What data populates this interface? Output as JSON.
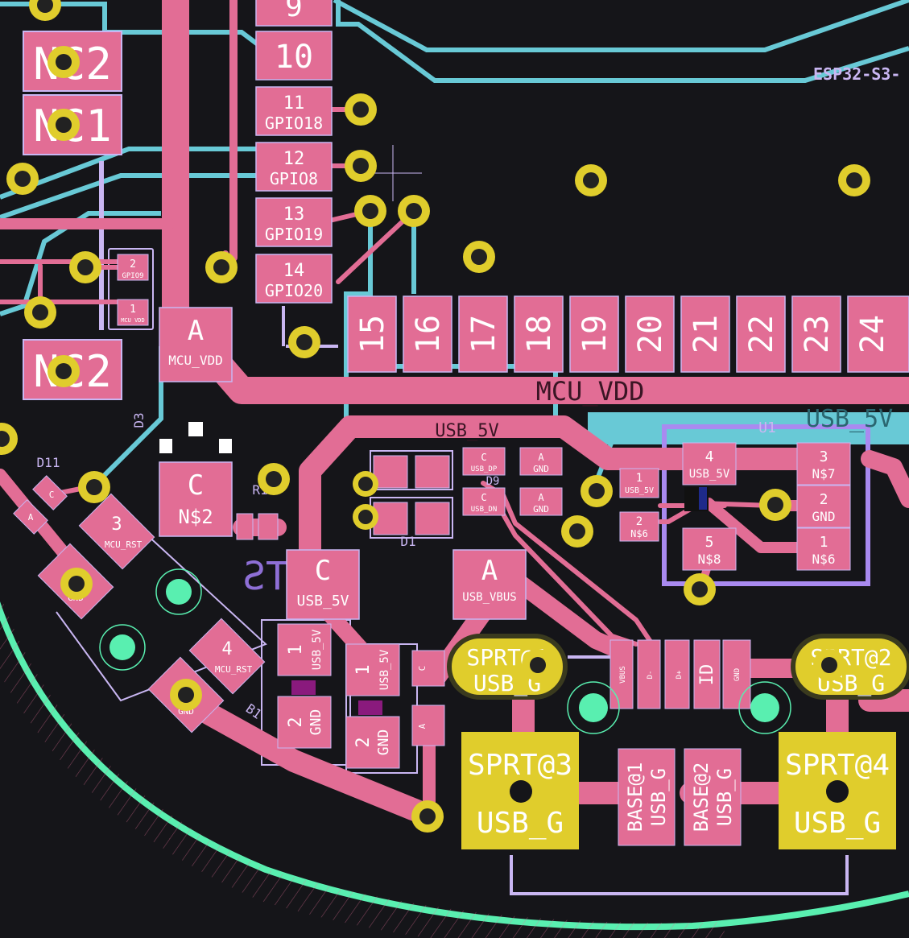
{
  "board": {
    "reference_label": "ESP32-S3-",
    "net_label_main": "MCU_VDD",
    "net_label_usb": "USB_5V",
    "net_label_usb_right": "USB_5V",
    "component_u1": "U1",
    "component_d11": "D11",
    "component_d3": "D3",
    "component_r1": "R1",
    "component_b1": "B1",
    "component_d1": "D1",
    "component_d9": "D9",
    "silk_ts": "TS"
  },
  "left_column": {
    "nc2_top": "NC2",
    "nc1": "NC1",
    "nc2_bottom": "NC2"
  },
  "module_pins_left": [
    {
      "num": "9",
      "net": ""
    },
    {
      "num": "10",
      "net": ""
    },
    {
      "num": "11",
      "net": "GPIO18"
    },
    {
      "num": "12",
      "net": "GPIO8"
    },
    {
      "num": "13",
      "net": "GPIO19"
    },
    {
      "num": "14",
      "net": "GPIO20"
    }
  ],
  "module_pins_bottom": [
    "15",
    "16",
    "17",
    "18",
    "19",
    "20",
    "21",
    "22",
    "23",
    "24"
  ],
  "small_parts": {
    "vdd_cap_a": {
      "pad": "A",
      "net": "MCU_VDD"
    },
    "n2_cap_c": {
      "pad": "C",
      "net": "N$2"
    },
    "usb5v_cap_c": {
      "pad": "C",
      "net": "USB_5V"
    },
    "usb_vbus_a": {
      "pad": "A",
      "net": "USB_VBUS"
    },
    "reset_pad3": {
      "pad": "3",
      "net": "MCU_RST"
    },
    "reset_pad4": {
      "pad": "4",
      "net": "MCU_RST"
    },
    "reset_gnd": "GND",
    "reset_gnd2": "GND",
    "gpio9_pad": {
      "pad": "2",
      "net": "GPIO9"
    },
    "mcu_vdd_pad": {
      "pad": "1",
      "net": "MCU VDD"
    }
  },
  "u1_pins": [
    {
      "num": "4",
      "net": "USB_5V"
    },
    {
      "num": "3",
      "net": "N$7"
    },
    {
      "num": "2",
      "net": "GND"
    },
    {
      "num": "1",
      "net": "N$6"
    },
    {
      "num": "5",
      "net": "N$8"
    }
  ],
  "u1_left": [
    {
      "num": "1",
      "net": "USB_5V"
    },
    {
      "num": "2",
      "net": "N$6"
    }
  ],
  "fuse_left": [
    {
      "num": "1",
      "net": "USB_5V"
    },
    {
      "num": "2",
      "net": "GND"
    }
  ],
  "fuse_right": [
    {
      "num": "1",
      "net": "USB_5V"
    },
    {
      "num": "2",
      "net": "GND"
    }
  ],
  "usb_connector": {
    "sprt1": [
      "SPRT@1",
      "USB_G"
    ],
    "sprt2": [
      "SPRT@2",
      "USB_G"
    ],
    "sprt3": [
      "SPRT@3",
      "USB_G"
    ],
    "sprt4": [
      "SPRT@4",
      "USB_G"
    ],
    "base1": [
      "BASE@1",
      "USB_G"
    ],
    "base2": [
      "BASE@2",
      "USB_G"
    ],
    "signal_pins": [
      "VBUS",
      "D-",
      "D+",
      "ID",
      "GND"
    ],
    "id_label": "ID"
  },
  "diode_pads": {
    "d9_c1": {
      "pad": "C",
      "net": "USB_DP"
    },
    "d9_a1": {
      "pad": "A",
      "net": "GND"
    },
    "d9_c2": {
      "pad": "C",
      "net": "USB_DN"
    },
    "d9_a2": {
      "pad": "A",
      "net": "GND"
    },
    "d11_c": "C",
    "d11_a": "A",
    "c_vbus": "C",
    "a_gnd": "A"
  },
  "colors": {
    "background": "#151519",
    "copper_front": "#e26d95",
    "copper_back": "#68c9d6",
    "pad_plated": "#e0cd2c",
    "silkscreen": "#c9b6f2",
    "edge_cut": "#59efb0",
    "mask": "#8a1a7d"
  }
}
